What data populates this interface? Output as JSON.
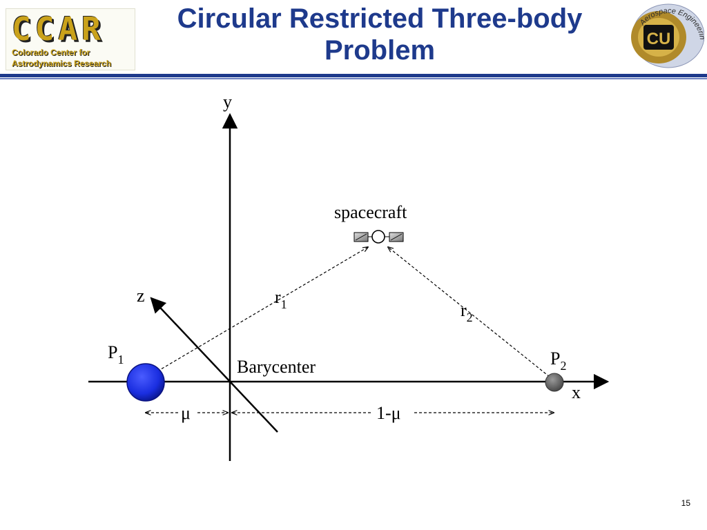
{
  "slide": {
    "title_line1": "Circular Restricted Three-body",
    "title_line2": "Problem",
    "page_number": "15"
  },
  "logos": {
    "left": {
      "acronym": "CCAR",
      "line1": "Colorado Center for",
      "line2": "Astrodynamics Research"
    },
    "right": {
      "emblem": "CU",
      "ring_text": "Aerospace Engineering"
    }
  },
  "diagram": {
    "axis_y": "y",
    "axis_x": "x",
    "axis_z": "z",
    "spacecraft": "spacecraft",
    "barycenter": "Barycenter",
    "p1": {
      "base": "P",
      "sub": "1"
    },
    "p2": {
      "base": "P",
      "sub": "2"
    },
    "r1": {
      "base": "r",
      "sub": "1"
    },
    "r2": {
      "base": "r",
      "sub": "2"
    },
    "mu": "μ",
    "one_minus_mu": "1-μ"
  },
  "colors": {
    "title": "#1e3a8c",
    "p1_fill": "#1a2ee0",
    "p2_fill": "#6e6e6e",
    "header_bar": "#1e3a8c"
  }
}
